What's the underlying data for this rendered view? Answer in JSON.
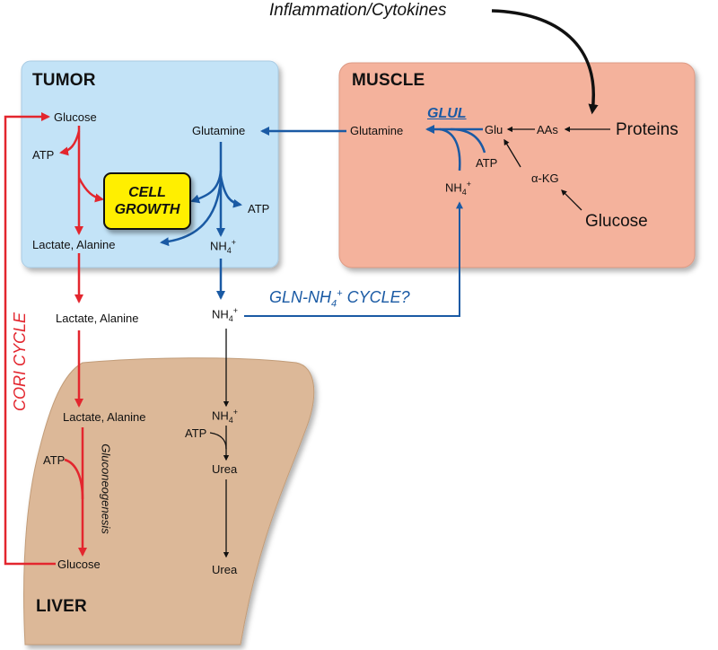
{
  "colors": {
    "tumor_bg": "#c3e3f7",
    "muscle_bg": "#f4b29c",
    "liver_bg": "#dcb898",
    "red": "#e3262e",
    "blue": "#1a5aa4",
    "cell_growth_bg": "#ffef00"
  },
  "top": {
    "inflammation": "Inflammation/Cytokines"
  },
  "tumor": {
    "title": "TUMOR",
    "glucose": "Glucose",
    "atp_left": "ATP",
    "glutamine": "Glutamine",
    "atp_right": "ATP",
    "lactate_alanine": "Lactate, Alanine",
    "nh4": {
      "base": "NH",
      "sub": "4",
      "sup": "+"
    },
    "cell_growth": {
      "line1": "CELL",
      "line2": "GROWTH"
    }
  },
  "muscle": {
    "title": "MUSCLE",
    "glutamine": "Glutamine",
    "glul": "GLUL",
    "glu": "Glu",
    "aas": "AAs",
    "proteins": "Proteins",
    "atp": "ATP",
    "nh4": {
      "base": "NH",
      "sub": "4",
      "sup": "+"
    },
    "akg": "α-KG",
    "glucose": "Glucose"
  },
  "middle": {
    "lactate_alanine": "Lactate, Alanine",
    "nh4": {
      "base": "NH",
      "sub": "4",
      "sup": "+"
    },
    "gln_cycle": {
      "prefix": "GLN-NH",
      "sub": "4",
      "sup": "+",
      "suffix": " CYCLE?"
    }
  },
  "cori_cycle": "CORI CYCLE",
  "liver": {
    "title": "LIVER",
    "lactate_alanine": "Lactate, Alanine",
    "atp_left": "ATP",
    "gluconeogenesis": "Gluconeogenesis",
    "glucose": "Glucose",
    "nh4": {
      "base": "NH",
      "sub": "4",
      "sup": "+"
    },
    "atp_right": "ATP",
    "urea1": "Urea",
    "urea2": "Urea"
  }
}
